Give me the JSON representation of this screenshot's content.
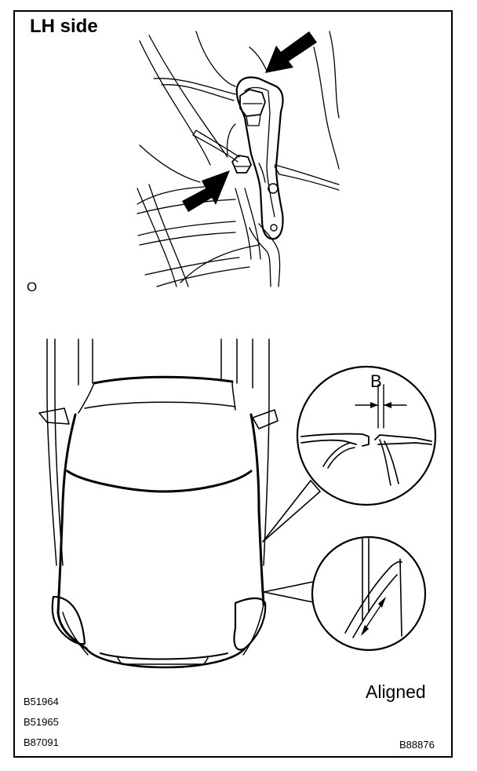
{
  "diagram": {
    "top_view_label": "LH side",
    "top_view_marker": "O",
    "detail_dimension_label": "B",
    "bottom_status_label": "Aligned",
    "part_codes": [
      "B51964",
      "B51965",
      "B87091"
    ],
    "figure_code": "B88876"
  }
}
